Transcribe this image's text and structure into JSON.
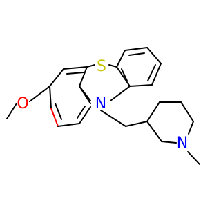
{
  "molecule": {
    "atoms": {
      "sulfur": {
        "label": "S",
        "color": "#c6c600"
      },
      "oxygen": {
        "label": "O",
        "color": "#ff0000"
      },
      "ring_nitrogen": {
        "label": "N",
        "color": "#0000ff"
      },
      "piperidine_nitrogen": {
        "label": "N",
        "color": "#0000ff"
      }
    },
    "bond_color": "#000000",
    "highlight_color": "#ff0000"
  }
}
